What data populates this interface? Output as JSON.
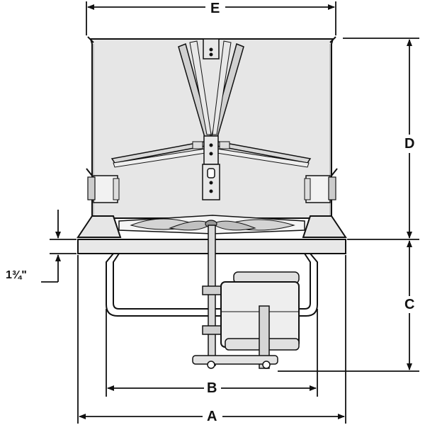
{
  "dimensions": {
    "A": "A",
    "B": "B",
    "C": "C",
    "D": "D",
    "E": "E",
    "offset": "1¾\""
  },
  "colors": {
    "line": "#111111",
    "fill_light": "#e4e4e4",
    "fill_mid": "#cfcfcf"
  }
}
